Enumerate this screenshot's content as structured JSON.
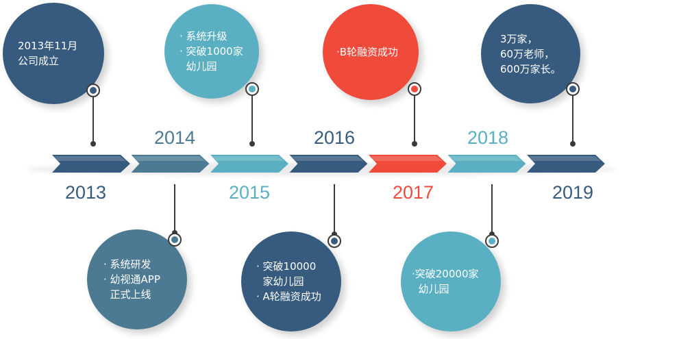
{
  "colors": {
    "navy": "#365b7e",
    "slate": "#4c7a93",
    "teal": "#5ab0c2",
    "red": "#f04a3a",
    "connector": "#3a3a3a"
  },
  "years": [
    "2013",
    "2014",
    "2015",
    "2016",
    "2017",
    "2018",
    "2019"
  ],
  "milestones": [
    {
      "year": "2013",
      "lines": [
        "2013年11月",
        "公司成立"
      ]
    },
    {
      "year": "2014",
      "lines": [
        "· 系统研发",
        "· 幼视通APP",
        "  正式上线"
      ]
    },
    {
      "year": "2015",
      "lines": [
        "· 系统升级",
        "· 突破1000家",
        "  幼儿园"
      ]
    },
    {
      "year": "2016",
      "lines": [
        "· 突破10000",
        "  家幼儿园",
        "· A轮融资成功"
      ]
    },
    {
      "year": "2017",
      "lines": [
        "·B轮融资成功"
      ]
    },
    {
      "year": "2018",
      "lines": [
        "·突破20000家",
        "  幼儿园"
      ]
    },
    {
      "year": "2019",
      "lines": [
        "3万家，",
        "60万老师，",
        "600万家长。"
      ]
    }
  ]
}
